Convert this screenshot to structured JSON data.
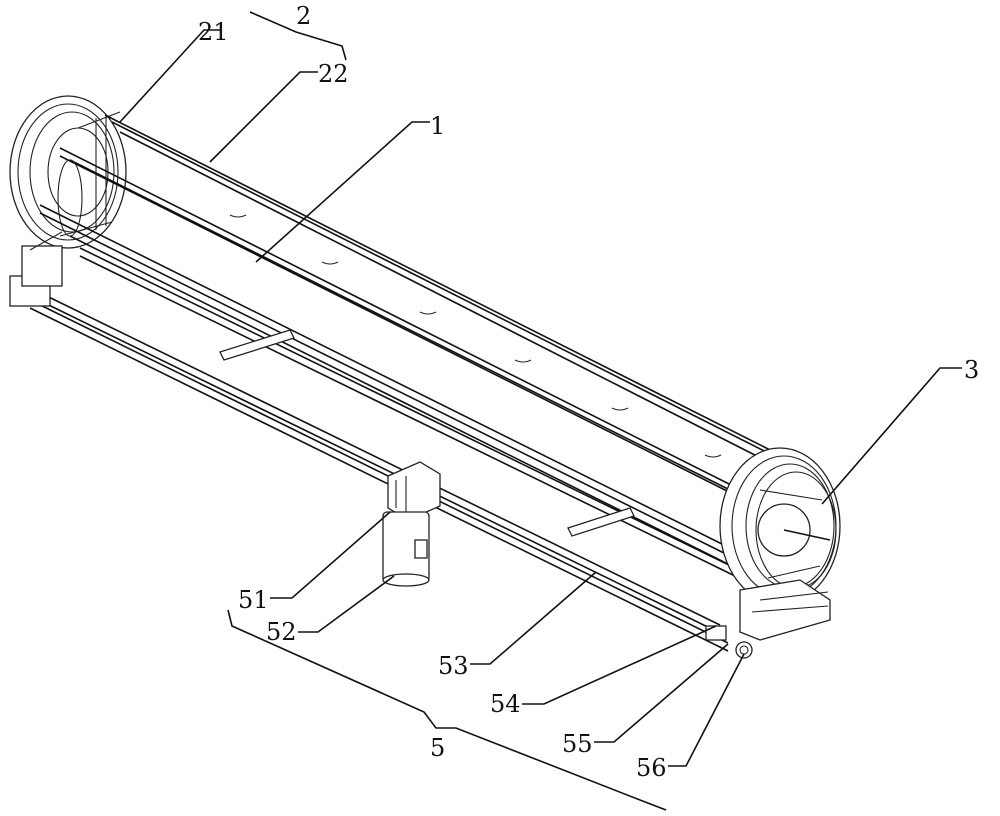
{
  "labels": {
    "l2": "2",
    "l21": "21",
    "l22": "22",
    "l1": "1",
    "l3": "3",
    "l51": "51",
    "l52": "52",
    "l53": "53",
    "l54": "54",
    "l55": "55",
    "l56": "56",
    "l5": "5"
  }
}
